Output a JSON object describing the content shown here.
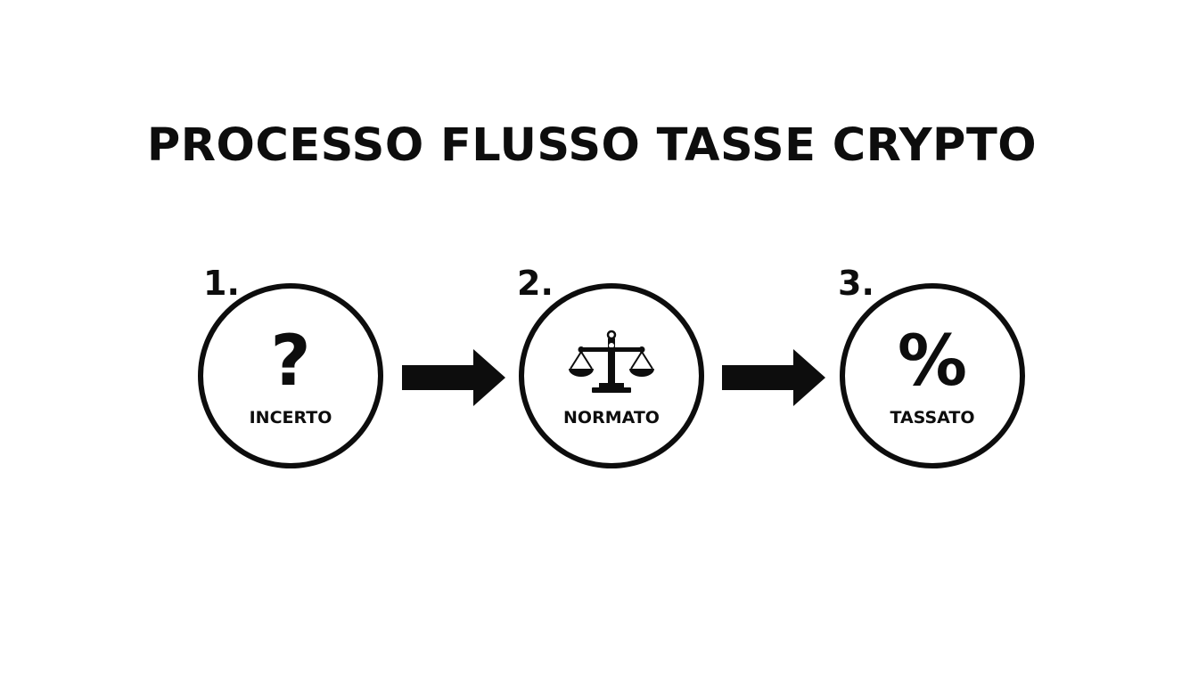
{
  "title": "PROCESSO FLUSSO TASSE CRYPTO",
  "steps": [
    {
      "number": "1.",
      "label": "INCERTO",
      "icon": "question-mark-icon",
      "glyph": "?"
    },
    {
      "number": "2.",
      "label": "NORMATO",
      "icon": "scales-of-justice-icon"
    },
    {
      "number": "3.",
      "label": "TASSATO",
      "icon": "percent-icon",
      "glyph": "%"
    }
  ],
  "arrows": [
    {
      "icon": "arrow-right-icon"
    },
    {
      "icon": "arrow-right-icon"
    }
  ],
  "colors": {
    "ink": "#0d0d0d",
    "background": "#ffffff"
  }
}
